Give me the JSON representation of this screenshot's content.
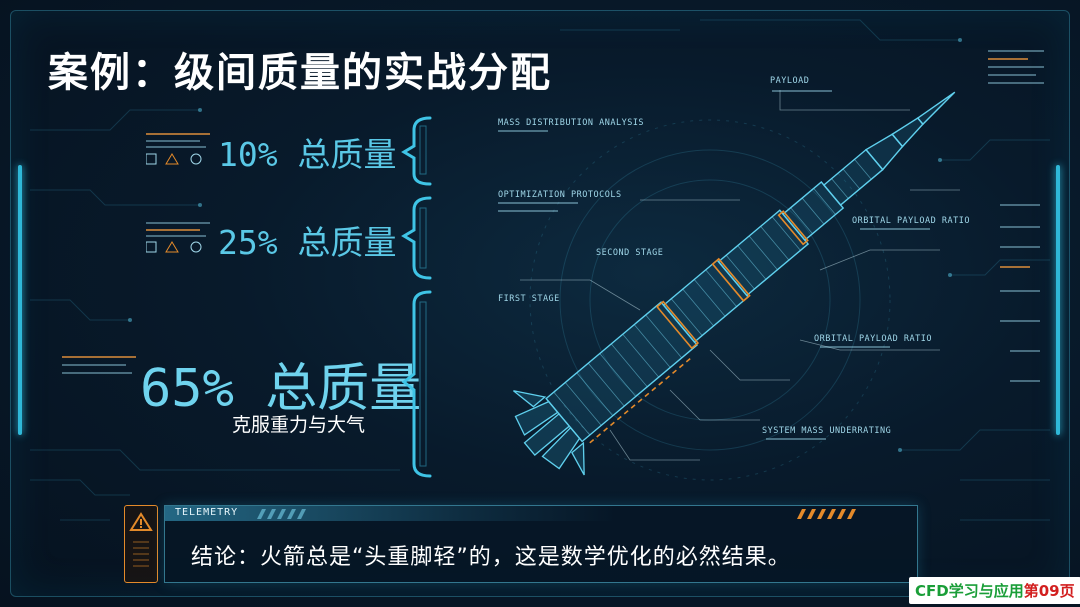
{
  "slide": {
    "title": "案例：级间质量的实战分配",
    "mass_items": [
      {
        "label": "10% 总质量"
      },
      {
        "label": "25% 总质量"
      },
      {
        "label": "65% 总质量",
        "note": "克服重力与大气"
      }
    ]
  },
  "diagram": {
    "labels": {
      "payload": "PAYLOAD",
      "mass_distribution": "MASS DISTRIBUTION ANALYSIS",
      "optimization": "OPTIMIZATION PROTOCOLS",
      "orbital_ratio_1": "ORBITAL PAYLOAD RATIO",
      "orbital_ratio_2": "ORBITAL PAYLOAD RATIO",
      "system_mass": "SYSTEM MASS UNDERRATING",
      "second_stage": "SECOND STAGE",
      "first_stage": "FIRST STAGE"
    }
  },
  "telemetry": {
    "header": "TELEMETRY",
    "text": "结论：火箭总是“头重脚轻”的，这是数学优化的必然结果。"
  },
  "badge": {
    "green_text": "CFD学习与应用",
    "red_text": "第09页"
  },
  "colors": {
    "accent": "#5ac8e6",
    "warning": "#e48a2a",
    "background": "#071422"
  }
}
